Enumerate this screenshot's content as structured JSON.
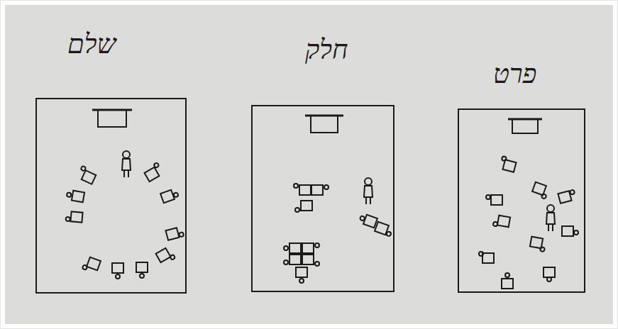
{
  "diagram": {
    "nodes": [
      {
        "text": [
          "שלם"
        ]
      },
      {
        "text": [
          "חלק"
        ]
      },
      {
        "text": [
          "פרט"
        ]
      }
    ]
  }
}
